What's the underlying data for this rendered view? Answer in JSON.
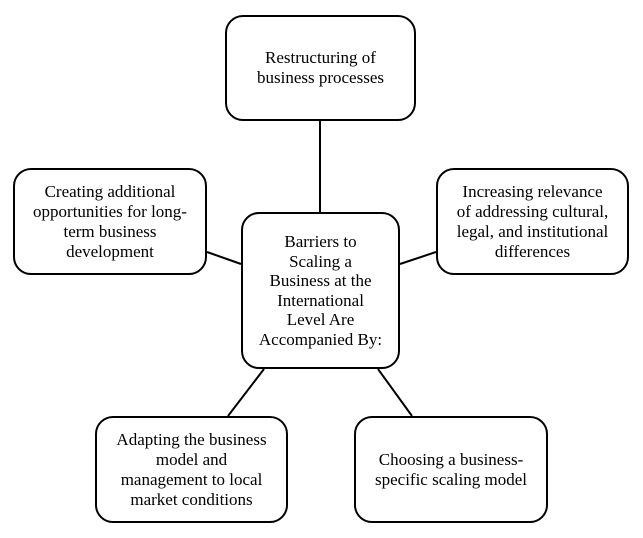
{
  "diagram": {
    "center": {
      "text": "Barriers to\nScaling a\nBusiness at the\nInternational\nLevel Are\nAccompanied By:"
    },
    "nodes": {
      "top": {
        "text": "Restructuring of\nbusiness processes"
      },
      "left": {
        "text": "Creating additional\nopportunities for long-\nterm business\ndevelopment"
      },
      "right": {
        "text": "Increasing relevance\nof addressing cultural,\nlegal, and institutional\ndifferences"
      },
      "bottom_left": {
        "text": "Adapting the business\nmodel and\nmanagement to local\nmarket conditions"
      },
      "bottom_right": {
        "text": "Choosing a business-\nspecific scaling model"
      }
    },
    "colors": {
      "border": "#000000",
      "background": "#ffffff",
      "text": "#000000"
    }
  }
}
